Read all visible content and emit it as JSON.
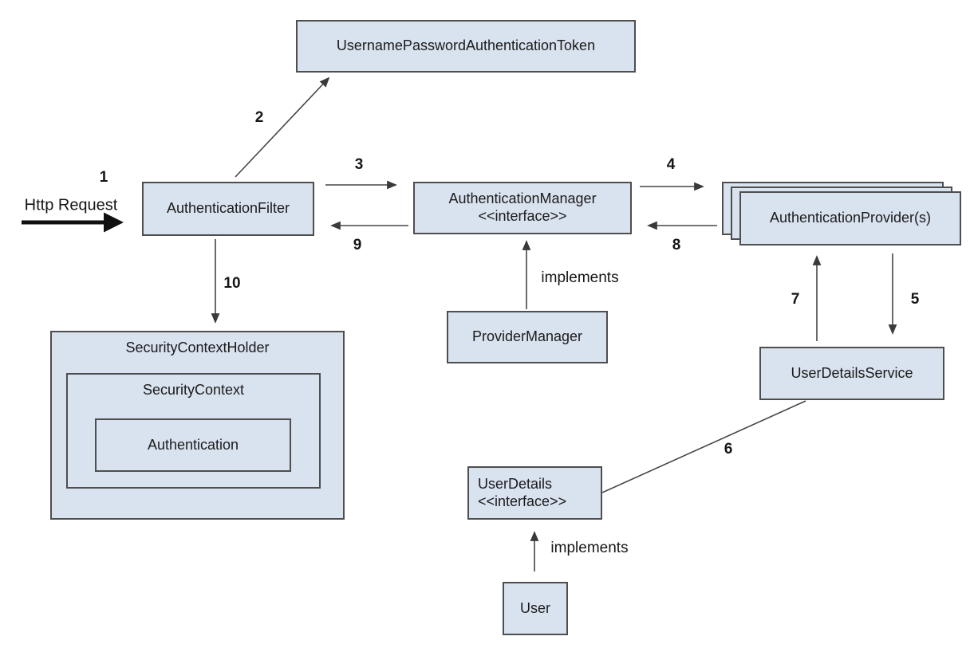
{
  "colors": {
    "background": "#ffffff",
    "box_fill": "#d9e2ef",
    "box_border": "#4e4e4e",
    "line": "#464646",
    "thick_arrow": "#101010",
    "text": "#1b1b1b"
  },
  "boxes": {
    "token": {
      "label": "UsernamePasswordAuthenticationToken"
    },
    "filter": {
      "label": "AuthenticationFilter"
    },
    "manager": {
      "label": "AuthenticationManager",
      "stereotype": "<<interface>>"
    },
    "providers": {
      "label": "AuthenticationProvider(s)"
    },
    "provider_manager": {
      "label": "ProviderManager"
    },
    "user_details_service": {
      "label": "UserDetailsService"
    },
    "security_context_holder": {
      "label": "SecurityContextHolder"
    },
    "security_context": {
      "label": "SecurityContext"
    },
    "authentication": {
      "label": "Authentication"
    },
    "user_details": {
      "label": "UserDetails",
      "stereotype": "<<interface>>"
    },
    "user": {
      "label": "User"
    }
  },
  "edge_labels": {
    "http_request": "Http Request",
    "step_1": "1",
    "step_2": "2",
    "step_3": "3",
    "step_4": "4",
    "step_5": "5",
    "step_6": "6",
    "step_7": "7",
    "step_8": "8",
    "step_9": "9",
    "step_10": "10",
    "implements_provider_manager": "implements",
    "implements_user": "implements"
  }
}
